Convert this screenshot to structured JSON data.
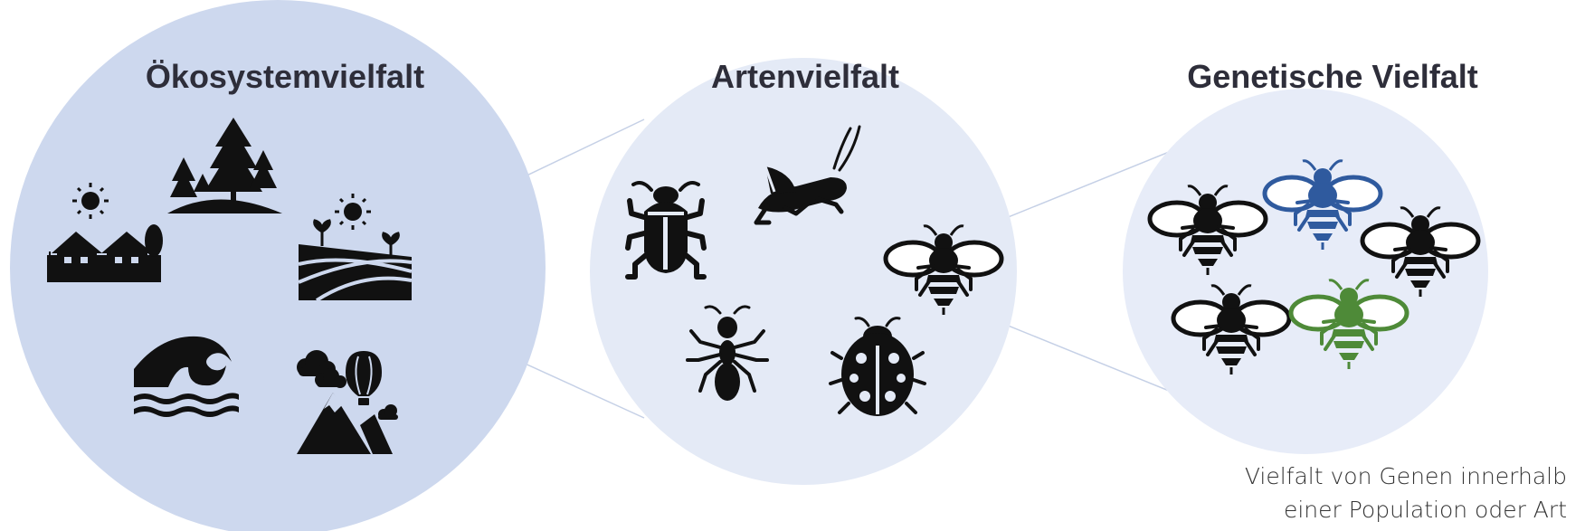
{
  "titles": {
    "ecosystem": "Ökosystemvielfalt",
    "species": "Artenvielfalt",
    "genetic": "Genetische Vielfalt"
  },
  "caption": {
    "line1": "Vielfalt von Genen innerhalb",
    "line2": "einer Population oder Art"
  },
  "colors": {
    "circle_ecosystem": "#cdd8ee",
    "circle_species": "#e4eaf6",
    "circle_genetic": "#e7ecf8",
    "connector": "#c5d0e6",
    "icon": "#111111",
    "bee_blue": "#2f5a9e",
    "bee_green": "#4e8a38"
  },
  "icons": {
    "ecosystem": [
      "forest-icon",
      "village-icon",
      "farmland-icon",
      "wave-icon",
      "mountain-balloon-icon"
    ],
    "species": [
      "beetle-icon",
      "grasshopper-icon",
      "bee-icon",
      "ant-icon",
      "ladybug-icon"
    ],
    "genetic": [
      "bee-icon",
      "bee-blue-icon",
      "bee-icon",
      "bee-icon",
      "bee-green-icon"
    ]
  }
}
